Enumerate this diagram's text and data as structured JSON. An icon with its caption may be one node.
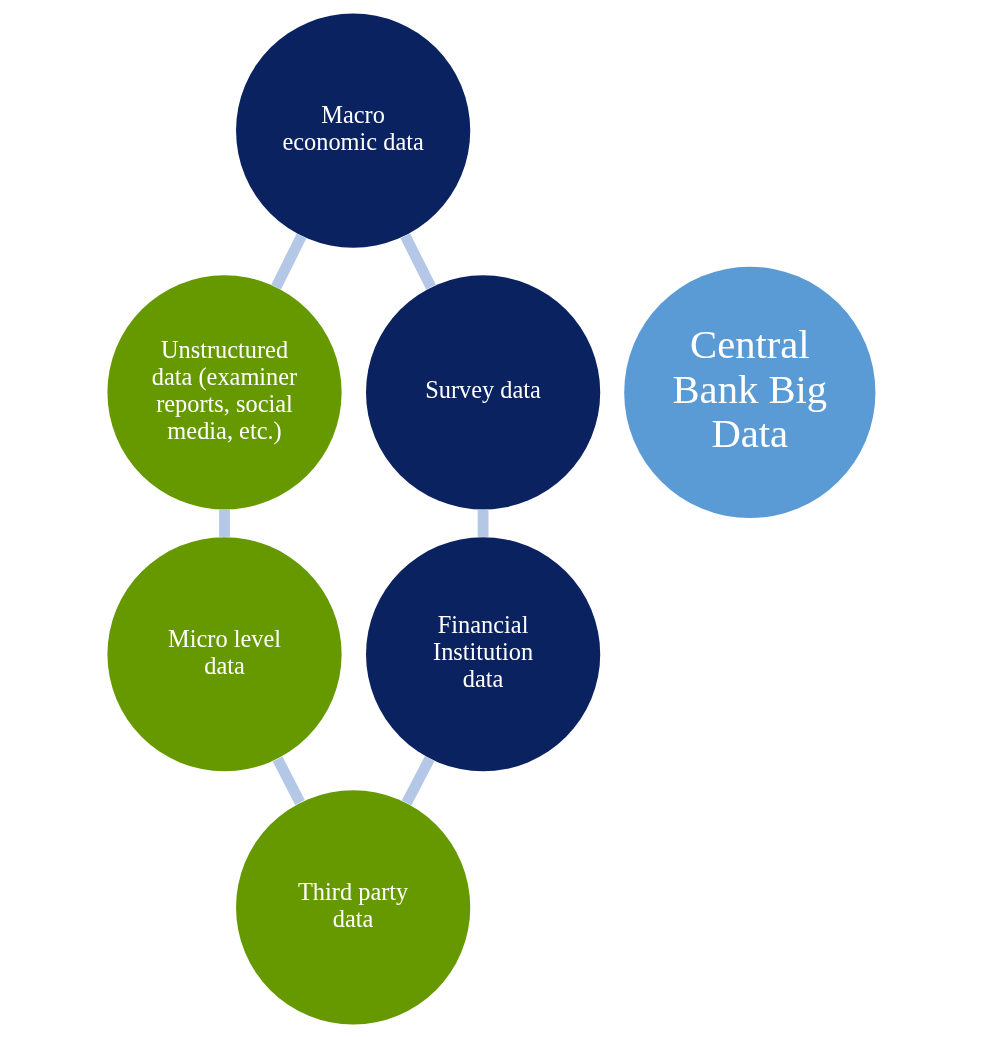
{
  "diagram": {
    "nodes": [
      {
        "text": [
          "Macro economic data"
        ]
      },
      {
        "text": [
          "Unstructured data (examiner reports, social media, etc.)"
        ]
      },
      {
        "text": [
          "Survey data"
        ]
      },
      {
        "text": [
          "Central Bank Big Data"
        ]
      },
      {
        "text": [
          "Micro level data"
        ]
      },
      {
        "text": [
          "Financial Institution data"
        ]
      },
      {
        "text": [
          "Third party data"
        ]
      }
    ],
    "edges": [
      {
        "from": 0,
        "to": 2,
        "arrow": "none"
      },
      {
        "from": 2,
        "to": 5,
        "arrow": "none"
      },
      {
        "from": 5,
        "to": 6,
        "arrow": "none"
      },
      {
        "from": 6,
        "to": 4,
        "arrow": "none"
      },
      {
        "from": 4,
        "to": 1,
        "arrow": "none"
      },
      {
        "from": 1,
        "to": 0,
        "arrow": "none"
      }
    ]
  }
}
